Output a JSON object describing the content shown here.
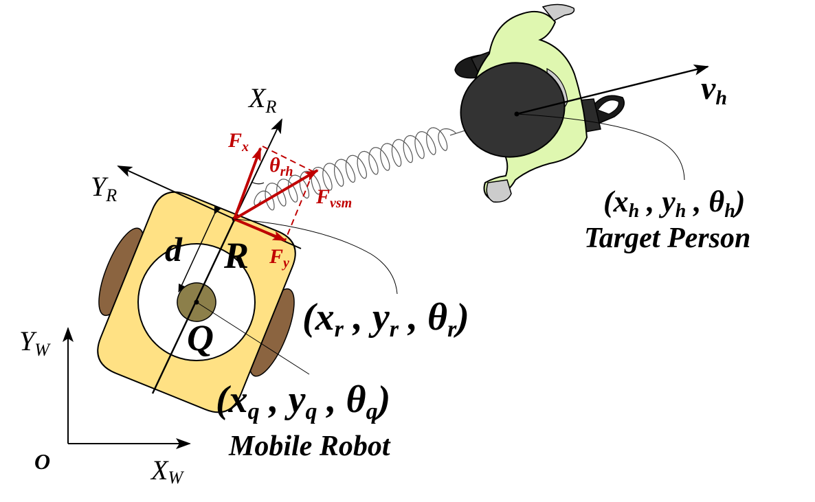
{
  "colors": {
    "ink": "#000000",
    "force_red": "#c00000",
    "robot_body": "#ffe184",
    "robot_wheel": "#8b6440",
    "robot_center": "#8c7f4a",
    "shirt": "#dff7b0",
    "head": "#333333",
    "shoe_gray": "#cccccc"
  },
  "world_frame": {
    "origin": "O",
    "x_axis_main": "X",
    "x_axis_sub": "W",
    "y_axis_main": "Y",
    "y_axis_sub": "W"
  },
  "robot_frame": {
    "x_axis_main": "X",
    "x_axis_sub": "R",
    "y_axis_main": "Y",
    "y_axis_sub": "R",
    "point_r": "R",
    "point_q": "Q",
    "distance": "d"
  },
  "forces": {
    "fx_main": "F",
    "fx_sub": "x",
    "fy_main": "F",
    "fy_sub": "y",
    "fvsm_main": "F",
    "fvsm_sub": "vsm",
    "theta_main": "θ",
    "theta_sub": "rh"
  },
  "robot_r_pose": {
    "open": "(",
    "x": "x",
    "x_sub": "r",
    "sep1": " , ",
    "y": "y",
    "y_sub": "r",
    "sep2": " ,  ",
    "theta": "θ",
    "theta_sub": "r",
    "close": ")"
  },
  "robot_q_pose": {
    "open": "(",
    "x": "x",
    "x_sub": "q",
    "sep1": " , ",
    "y": "y",
    "y_sub": "q",
    "sep2": " ,  ",
    "theta": "θ",
    "theta_sub": "q",
    "close": ")"
  },
  "human_pose": {
    "open": "(",
    "x": "x",
    "x_sub": "h",
    "sep1": " , ",
    "y": "y",
    "y_sub": "h",
    "sep2": " ,  ",
    "theta": "θ",
    "theta_sub": "h",
    "close": ")"
  },
  "velocity": {
    "main": "v",
    "sub": "h"
  },
  "captions": {
    "robot": "Mobile Robot",
    "person": "Target Person"
  }
}
